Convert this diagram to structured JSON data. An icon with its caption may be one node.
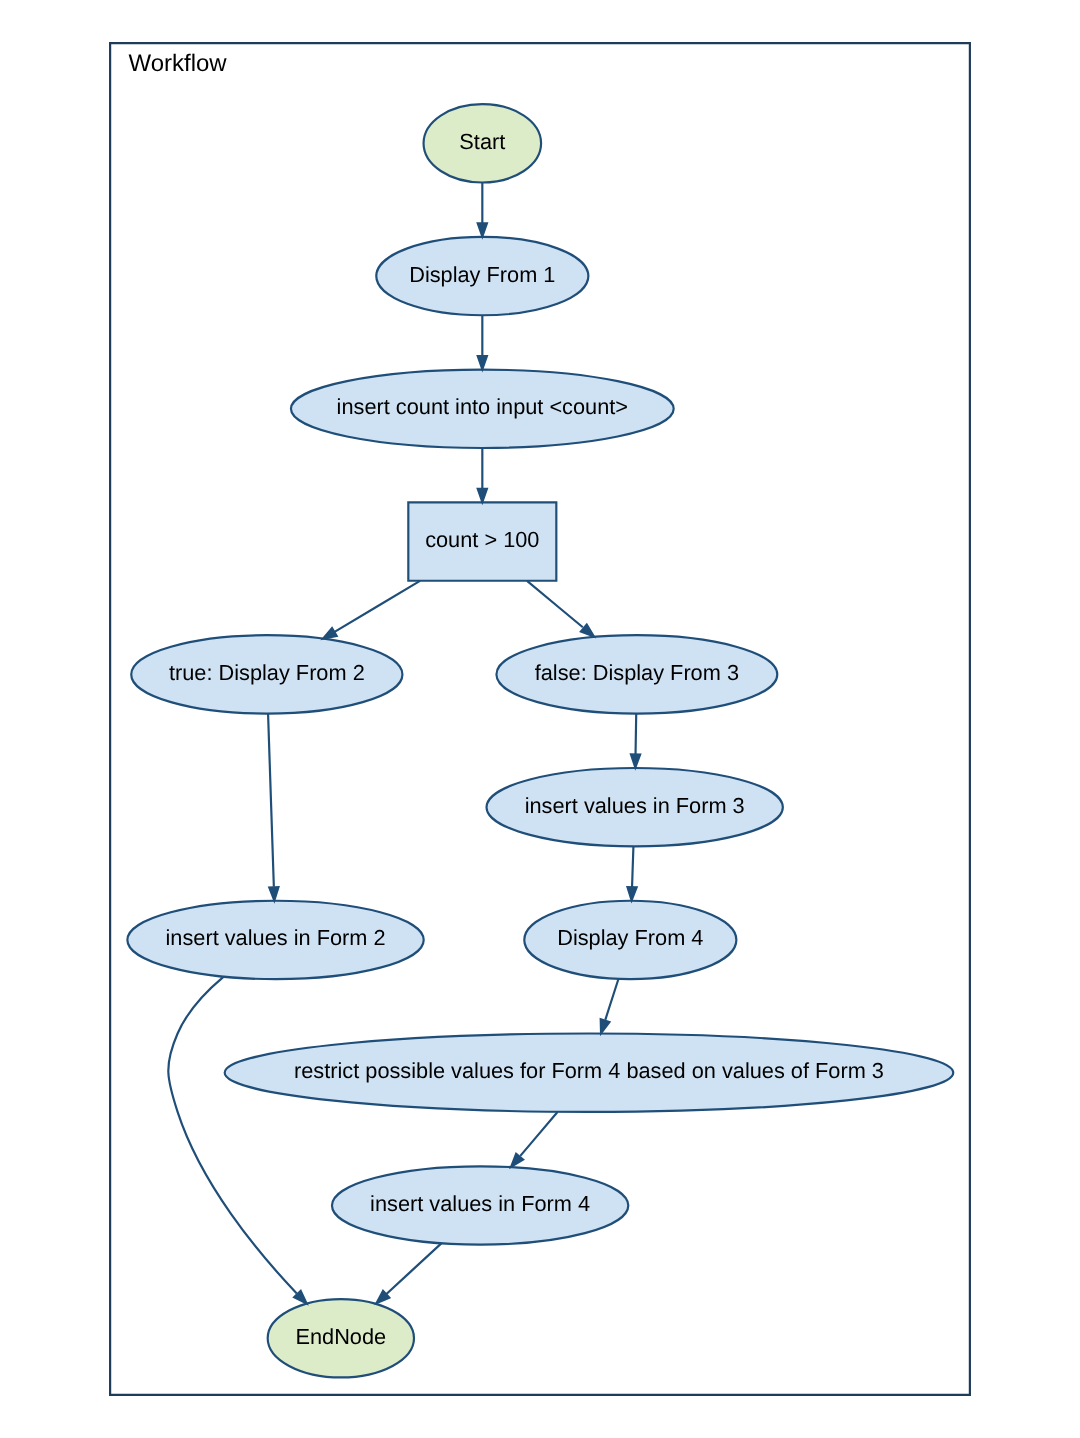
{
  "diagram": {
    "nodes": [
      {
        "text": [
          "Workflow"
        ]
      },
      {
        "text": [
          "Start"
        ],
        "in": 0
      },
      {
        "text": [
          "Display From 1"
        ],
        "in": 0
      },
      {
        "text": [
          "insert count into input <count>"
        ],
        "in": 0
      },
      {
        "text": [
          "count > 100"
        ],
        "in": 0
      },
      {
        "text": [
          "true: Display From 2"
        ],
        "in": 0
      },
      {
        "text": [
          "false: Display From 3"
        ],
        "in": 0
      },
      {
        "text": [
          "insert values in Form 3"
        ],
        "in": 0
      },
      {
        "text": [
          "Display From 4"
        ],
        "in": 0
      },
      {
        "text": [
          "restrict possible values for Form 4 based on values of Form 3"
        ],
        "in": 0
      },
      {
        "text": [
          "insert values in Form 4"
        ],
        "in": 0
      },
      {
        "text": [
          "insert values in Form 2"
        ],
        "in": 0
      },
      {
        "text": [
          "EndNode"
        ],
        "in": 0
      }
    ],
    "edges": [
      {
        "from": 1,
        "to": 2,
        "arrow": "to"
      },
      {
        "from": 2,
        "to": 3,
        "arrow": "to"
      },
      {
        "from": 3,
        "to": 4,
        "arrow": "to"
      },
      {
        "from": 4,
        "to": 5,
        "arrow": "to"
      },
      {
        "from": 4,
        "to": 6,
        "arrow": "to"
      },
      {
        "from": 6,
        "to": 7,
        "arrow": "to"
      },
      {
        "from": 7,
        "to": 8,
        "arrow": "to"
      },
      {
        "from": 8,
        "to": 9,
        "arrow": "to"
      },
      {
        "from": 9,
        "to": 10,
        "arrow": "to"
      },
      {
        "from": 5,
        "to": 11,
        "arrow": "to"
      },
      {
        "from": 11,
        "to": 12,
        "arrow": "to"
      },
      {
        "from": 10,
        "to": 12,
        "arrow": "to"
      }
    ]
  }
}
